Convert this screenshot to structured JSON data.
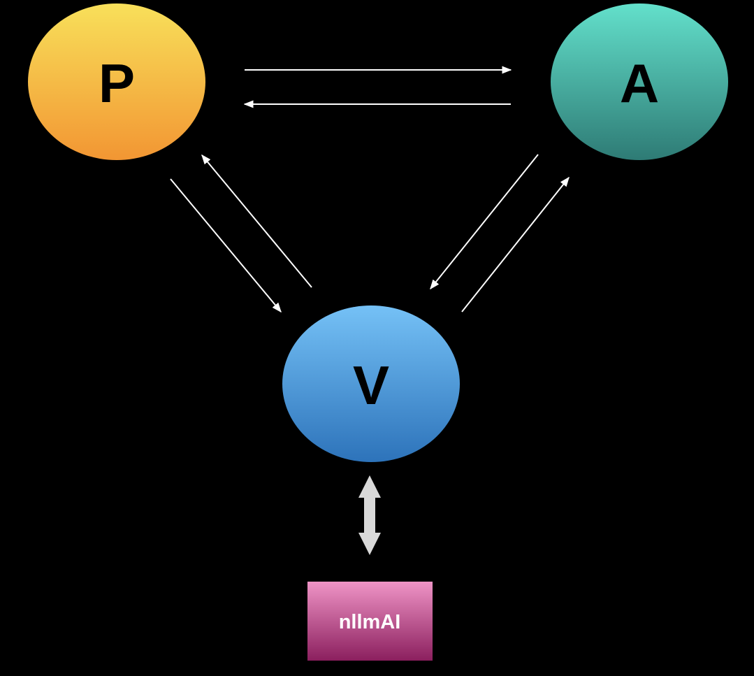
{
  "background": "#000000",
  "nodes": {
    "p": {
      "label": "P",
      "color_top": "#f8e05a",
      "color_bottom": "#f29633"
    },
    "a": {
      "label": "A",
      "color_top": "#63e0cb",
      "color_bottom": "#2e7b75"
    },
    "v": {
      "label": "V",
      "color_top": "#75c1f6",
      "color_bottom": "#2d73ba"
    }
  },
  "box": {
    "label": "nllmAI",
    "color_top": "#ef94c6",
    "color_bottom": "#8b1f5e"
  },
  "arrow_color": "#ffffff",
  "connector_color": "#d9d9d9"
}
